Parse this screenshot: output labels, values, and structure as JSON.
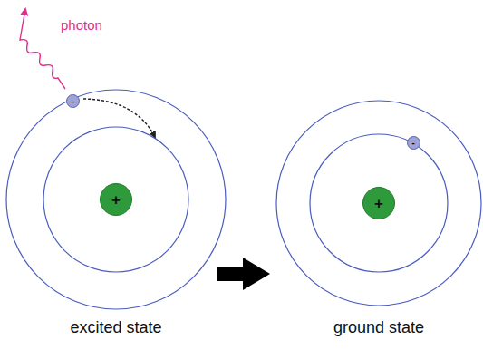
{
  "diagram": {
    "nodes": [
      {
        "text": [
          "+"
        ]
      },
      {
        "text": [
          "-"
        ]
      },
      {
        "text": [
          "+"
        ]
      },
      {
        "text": [
          "-"
        ]
      }
    ],
    "labels": [
      "photon",
      "excited state",
      "ground state"
    ]
  }
}
